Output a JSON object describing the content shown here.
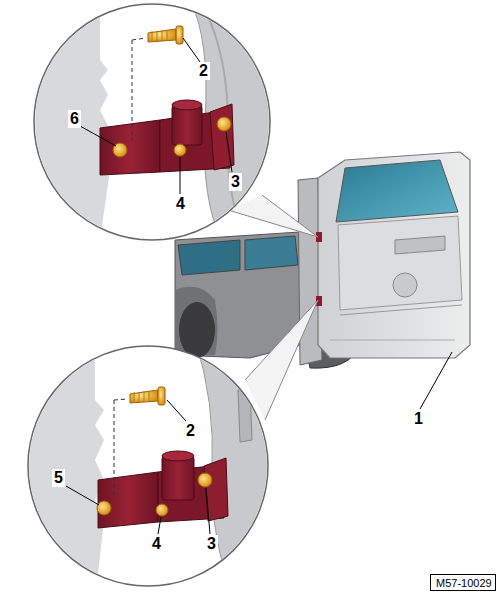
{
  "diagram": {
    "nodes": [
      {
        "text": [
          "M57-10029"
        ]
      }
    ],
    "labels": [
      "2",
      "6",
      "3",
      "4",
      "1",
      "2",
      "5",
      "4",
      "3"
    ]
  }
}
